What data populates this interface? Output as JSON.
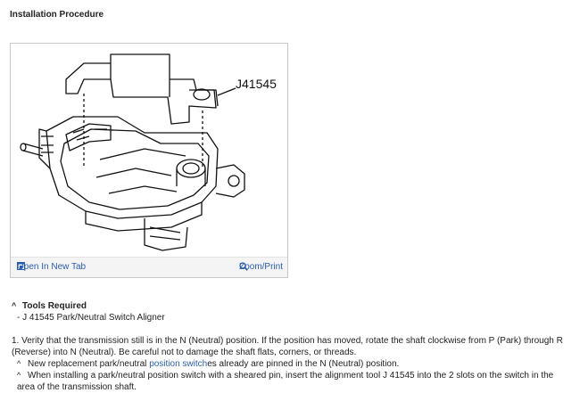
{
  "title": "Installation Procedure",
  "figure": {
    "callout": "J41545",
    "open_tab": "Open In New Tab",
    "zoom": "Zoom/Print"
  },
  "tools": {
    "heading": "Tools Required",
    "bullet": "^",
    "dash": "-",
    "items": [
      "J 41545 Park/Neutral Switch Aligner"
    ]
  },
  "steps": {
    "step1": "1. Verity that the transmission still is in the N (Neutral) position. If the position has moved, rotate the shaft clockwise from P (Park) through R (Reverse) into N (Neutral). Be careful not to damage the shaft flats, corners, or threads.",
    "note1_pre": "New replacement park/neutral ",
    "note1_link": "position switch",
    "note1_post": "es already are pinned in the N (Neutral) position.",
    "note2": "When installing a park/neutral position switch with a sheared pin, insert the alignment tool J 41545 into the 2 slots on the switch in the area of the transmission shaft."
  }
}
